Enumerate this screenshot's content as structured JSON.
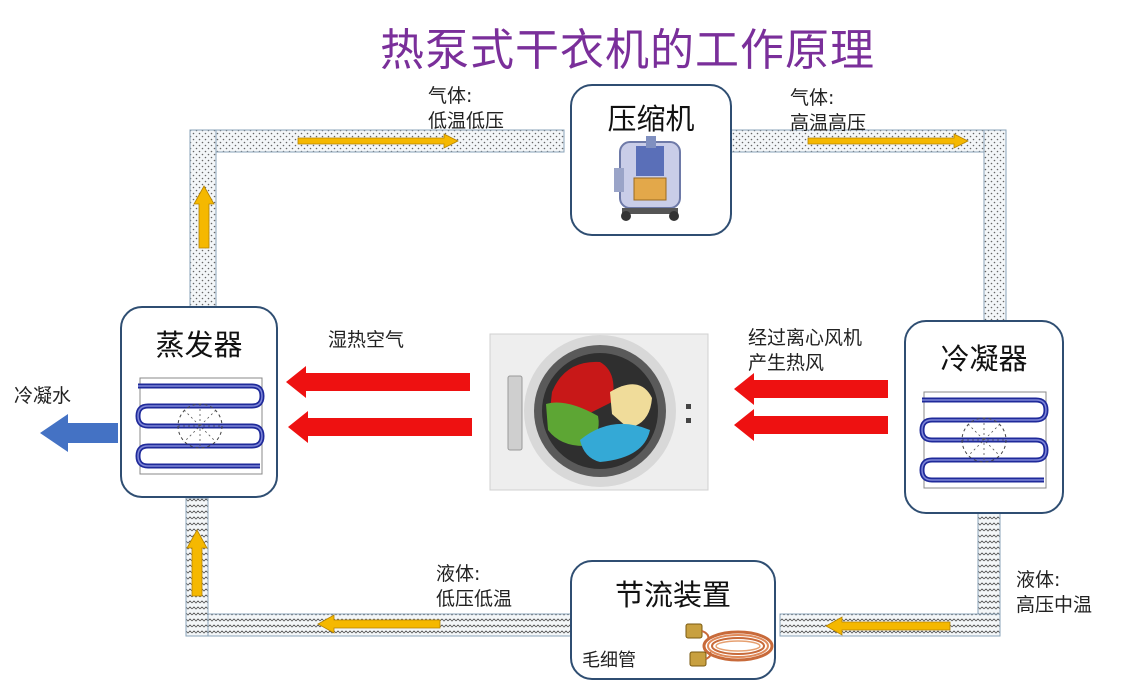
{
  "title": "热泵式干衣机的工作原理",
  "components": {
    "compressor": "压缩机",
    "condenser": "冷凝器",
    "evaporator": "蒸发器",
    "throttle": "节流装置",
    "capillary": "毛细管"
  },
  "labels": {
    "gas_low_1": "气体:",
    "gas_low_2": "低温低压",
    "gas_high_1": "气体:",
    "gas_high_2": "高温高压",
    "liquid_high_1": "液体:",
    "liquid_high_2": "高压中温",
    "liquid_low_1": "液体:",
    "liquid_low_2": "低压低温",
    "humid_air": "湿热空气",
    "fan_1": "经过离心风机",
    "fan_2": "产生热风",
    "condensate": "冷凝水"
  },
  "colors": {
    "title": "#7a2f9a",
    "box_border": "#2f4e72",
    "flow_arrow": "#f5b800",
    "air_arrow": "#ee1111",
    "water_arrow": "#4472c4",
    "coil": "#1f2a9a"
  },
  "icons": {
    "compressor": "compressor-icon",
    "washer": "washing-machine-drum-icon",
    "coil": "coil-icon",
    "pipe": "copper-capillary-icon"
  }
}
